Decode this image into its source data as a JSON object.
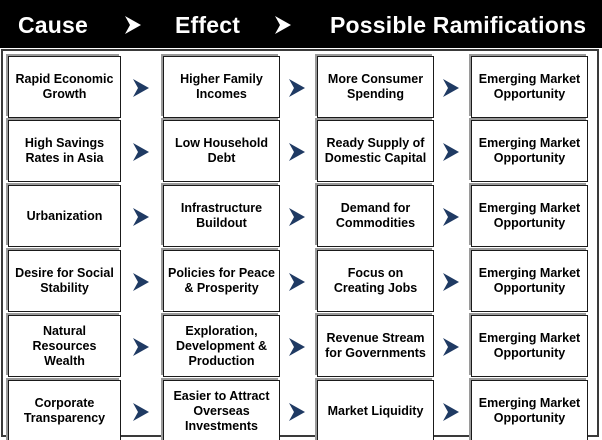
{
  "header": {
    "columns": [
      "Cause",
      "Effect",
      "Possible Ramifications"
    ],
    "arrow_icon": "chevron-right-arrow",
    "background_color": "#000000",
    "text_color": "#FFFFFF"
  },
  "style": {
    "box_fill": "#FFFFFF",
    "box_border": "#1A1A1A",
    "box_shadow": "#9A9A9A",
    "arrow_color": "#1F3A63",
    "frame_border": "#3A3A3A",
    "page_background": "#FFFFFF"
  },
  "rows": [
    {
      "cause": "Rapid Economic Growth",
      "effect": "Higher Family Incomes",
      "ramification": "More Consumer Spending",
      "outcome": "Emerging Market Opportunity"
    },
    {
      "cause": "High Savings Rates in Asia",
      "effect": "Low Household Debt",
      "ramification": "Ready Supply of Domestic Capital",
      "outcome": "Emerging Market Opportunity"
    },
    {
      "cause": "Urbanization",
      "effect": "Infrastructure Buildout",
      "ramification": "Demand for Commodities",
      "outcome": "Emerging Market Opportunity"
    },
    {
      "cause": "Desire for Social Stability",
      "effect": "Policies for Peace & Prosperity",
      "ramification": "Focus on Creating Jobs",
      "outcome": "Emerging Market Opportunity"
    },
    {
      "cause": "Natural Resources Wealth",
      "effect": "Exploration, Development & Production",
      "ramification": "Revenue Stream for Governments",
      "outcome": "Emerging Market Opportunity"
    },
    {
      "cause": "Corporate Transparency",
      "effect": "Easier to Attract Overseas Investments",
      "ramification": "Market Liquidity",
      "outcome": "Emerging Market Opportunity"
    }
  ]
}
